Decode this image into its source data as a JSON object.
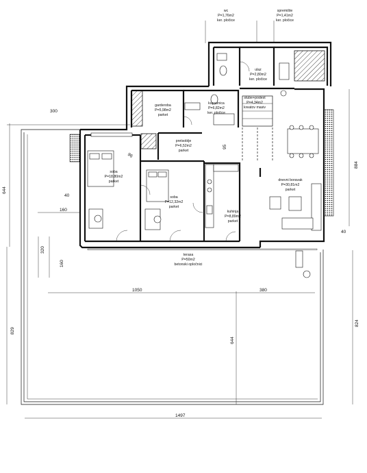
{
  "rooms": {
    "wc": {
      "name": "wc",
      "area": "P=1,76m2",
      "floor": "ker. pločice"
    },
    "spremiste": {
      "name": "spremište",
      "area": "P=1,41m2",
      "floor": "ker. pločice"
    },
    "ulaz": {
      "name": "ulaz",
      "area": "P=2,80m2",
      "floor": "ker. pločice"
    },
    "garderoba": {
      "name": "garderoba",
      "area": "P=5,98m2",
      "floor": "parket"
    },
    "kupaonica": {
      "name": "kupaonica",
      "area": "P=6,82m2",
      "floor": "ker. pločice"
    },
    "stube": {
      "name": "stube+podest",
      "area": "P=4,34m2",
      "floor": "kreatov masiv"
    },
    "pretsoblje": {
      "name": "pretsoblje",
      "area": "P=6,52m2",
      "floor": "parket"
    },
    "soba1": {
      "name": "soba",
      "area": "P=18,80m2",
      "floor": "parket"
    },
    "soba2": {
      "name": "soba",
      "area": "P=12,32m2",
      "floor": "parket"
    },
    "kuhinja": {
      "name": "kuhinja",
      "area": "P=8,89m2",
      "floor": "parket"
    },
    "dnevni": {
      "name": "dnevni boravak",
      "area": "P=30,81m2",
      "floor": "parket"
    },
    "terasa": {
      "name": "terasa",
      "area": "P=50m2",
      "floor": "betonski opločnici"
    }
  },
  "dimensions": {
    "d300": "300",
    "d644_left": "644",
    "d40_left": "40",
    "d160_top": "160",
    "d320": "320",
    "d160_bot": "160",
    "d1050": "1050",
    "d380": "380",
    "d829": "829",
    "d644_mid": "644",
    "d824": "824",
    "d1497": "1497",
    "d884": "884",
    "d40_right": "40",
    "d96": "96",
    "d95": "95"
  }
}
